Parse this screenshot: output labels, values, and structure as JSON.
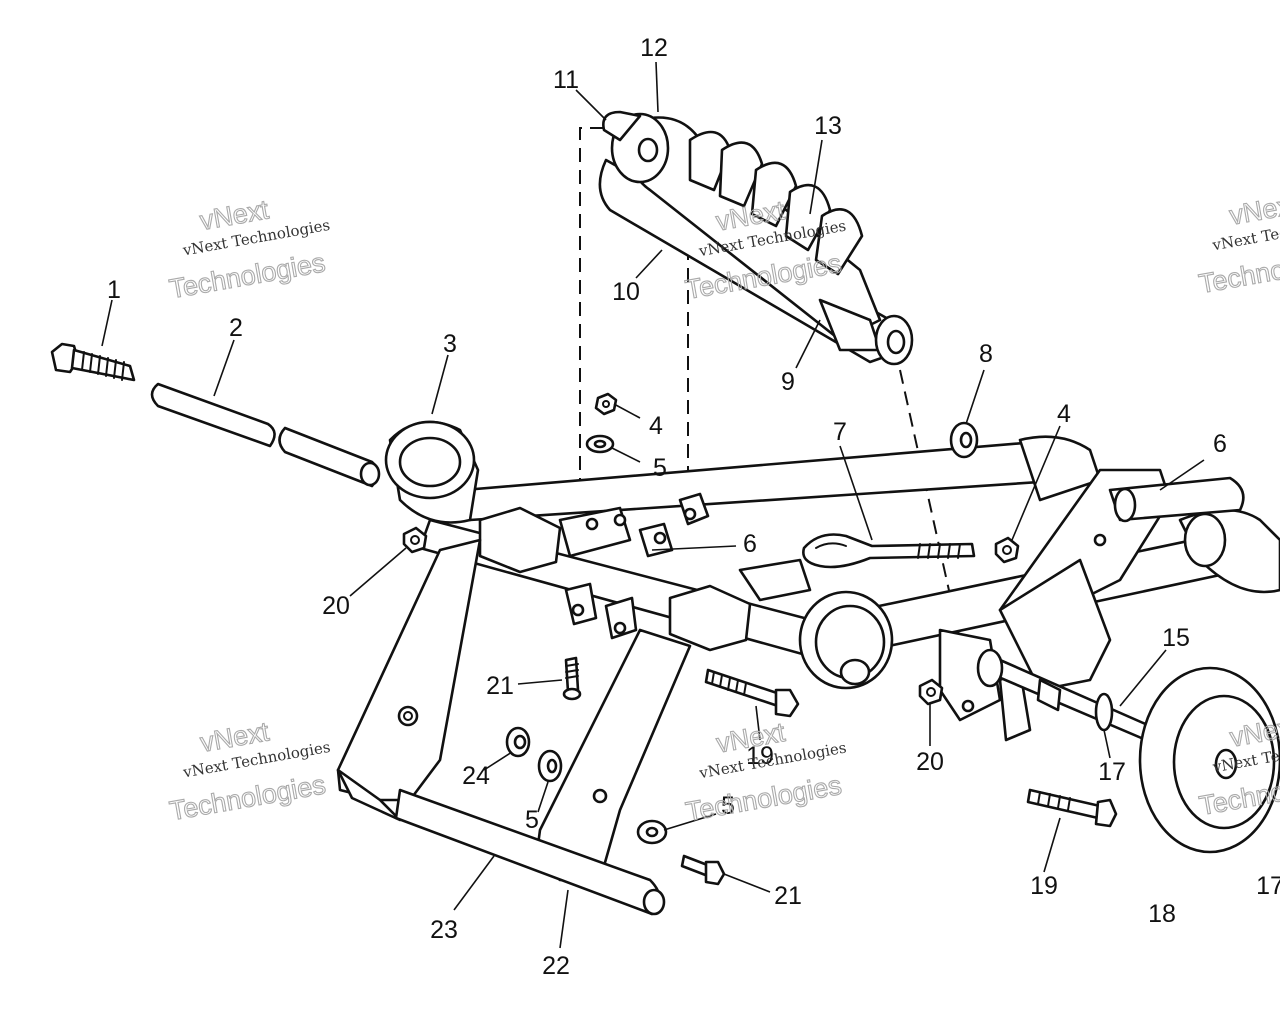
{
  "watermark": {
    "line1": "vNext",
    "line2": "vNext Technologies",
    "line3": "Technologies"
  },
  "callouts": [
    {
      "id": "1",
      "label": "1"
    },
    {
      "id": "2",
      "label": "2"
    },
    {
      "id": "3",
      "label": "3"
    },
    {
      "id": "4a",
      "label": "4"
    },
    {
      "id": "5a",
      "label": "5"
    },
    {
      "id": "6a",
      "label": "6"
    },
    {
      "id": "7",
      "label": "7"
    },
    {
      "id": "8",
      "label": "8"
    },
    {
      "id": "4b",
      "label": "4"
    },
    {
      "id": "6b",
      "label": "6"
    },
    {
      "id": "9",
      "label": "9"
    },
    {
      "id": "10",
      "label": "10"
    },
    {
      "id": "11",
      "label": "11"
    },
    {
      "id": "12",
      "label": "12"
    },
    {
      "id": "13",
      "label": "13"
    },
    {
      "id": "20a",
      "label": "20"
    },
    {
      "id": "21a",
      "label": "21"
    },
    {
      "id": "19a",
      "label": "19"
    },
    {
      "id": "24",
      "label": "24"
    },
    {
      "id": "5b",
      "label": "5"
    },
    {
      "id": "5c",
      "label": "5"
    },
    {
      "id": "21b",
      "label": "21"
    },
    {
      "id": "23",
      "label": "23"
    },
    {
      "id": "22",
      "label": "22"
    },
    {
      "id": "20b",
      "label": "20"
    },
    {
      "id": "15",
      "label": "15"
    },
    {
      "id": "17a",
      "label": "17"
    },
    {
      "id": "19b",
      "label": "19"
    },
    {
      "id": "18",
      "label": "18"
    },
    {
      "id": "17b",
      "label": "17"
    }
  ]
}
